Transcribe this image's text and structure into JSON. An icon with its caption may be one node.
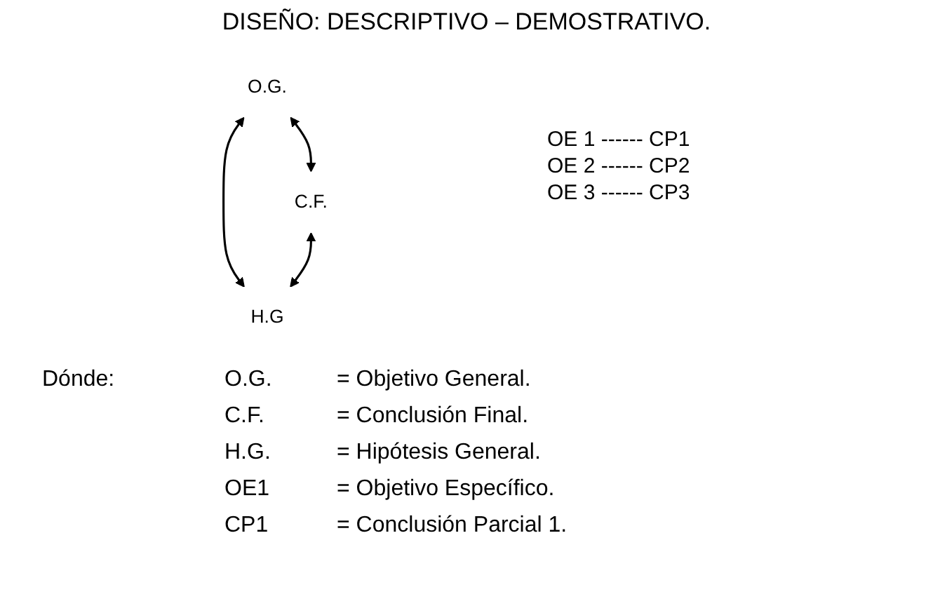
{
  "diagram": {
    "title": "DISEÑO: DESCRIPTIVO – DEMOSTRATIVO.",
    "nodes": [
      {
        "text": [
          "O.G."
        ]
      },
      {
        "text": [
          "C.F."
        ]
      },
      {
        "text": [
          "H.G"
        ]
      }
    ],
    "edges": [
      {
        "from": 0,
        "to": 1,
        "arrow": "both"
      },
      {
        "from": 0,
        "to": 2,
        "arrow": "both"
      },
      {
        "from": 1,
        "to": 2,
        "arrow": "both"
      }
    ],
    "labels": [
      "OE 1 ------ CP1",
      "OE 2 ------ CP2",
      "OE 3 ------ CP3",
      "Dónde:",
      "O.G.",
      "= Objetivo General.",
      "C.F.",
      "= Conclusión Final.",
      "H.G.",
      "= Hipótesis General.",
      "OE1",
      "= Objetivo Específico.",
      "CP1",
      "= Conclusión Parcial 1."
    ]
  }
}
